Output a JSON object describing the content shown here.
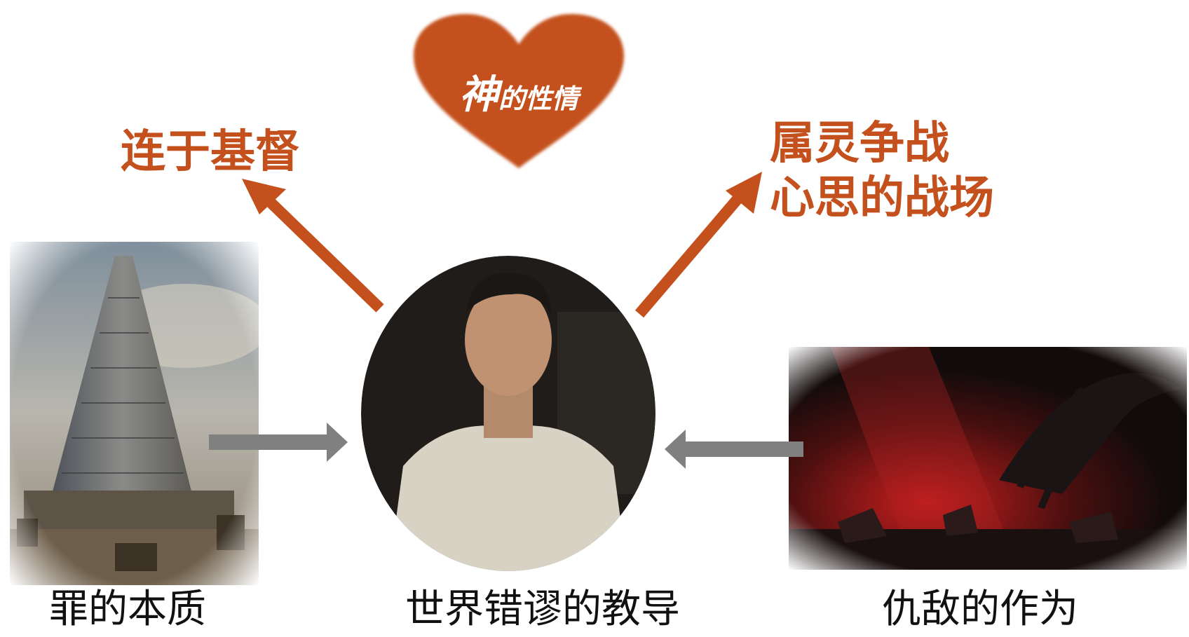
{
  "heart": {
    "big_char": "神",
    "small_text": "的性情",
    "color": "#c4511d"
  },
  "headings": {
    "left": "连于基督",
    "right_line1": "属灵争战",
    "right_line2": "心思的战场",
    "color": "#c4511d"
  },
  "captions": {
    "left": "罪的本质",
    "center": "世界错谬的教导",
    "right": "仇敌的作为"
  },
  "arrow_colors": {
    "orange": "#c4511d",
    "gray": "#808080"
  }
}
